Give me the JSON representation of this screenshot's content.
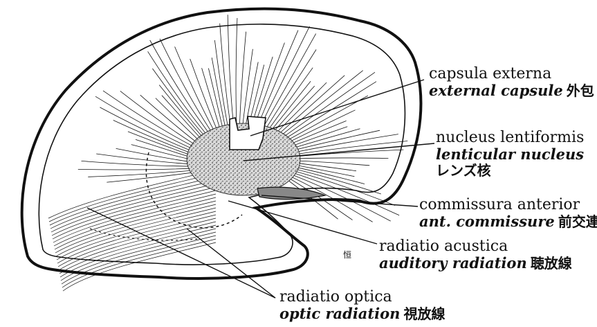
{
  "labels": {
    "capsula_externa": {
      "latin": "capsula externa",
      "english": "external capsule",
      "japanese": "外包"
    },
    "nucleus_lentiformis": {
      "latin": "nucleus lentiformis",
      "english": "lenticular nucleus",
      "japanese": "レンズ核"
    },
    "commissura_anterior": {
      "latin": "commissura anterior",
      "english": "ant. commissure",
      "japanese": "前交連"
    },
    "radiatio_acustica": {
      "latin": "radiatio acustica",
      "english": "auditory radiation",
      "japanese": "聴放線"
    },
    "radiatio_optica": {
      "latin": "radiatio optica",
      "english": "optic radiation",
      "japanese": "視放線"
    }
  },
  "signature": "恒",
  "colors": {
    "ink": "#111111",
    "paper": "#ffffff",
    "stipple": "#444444"
  }
}
